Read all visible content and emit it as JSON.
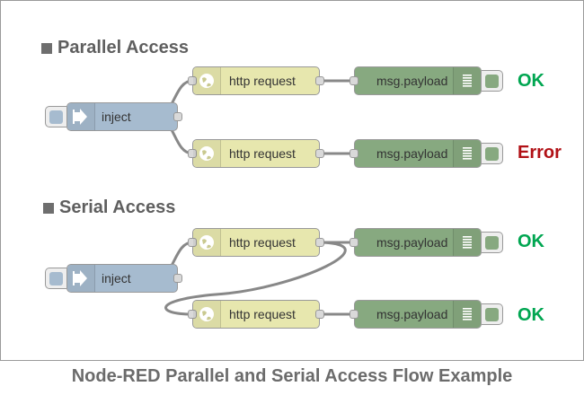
{
  "sections": {
    "parallel": {
      "title": "Parallel Access",
      "inject_label": "inject",
      "http_labels": [
        "http request",
        "http request"
      ],
      "debug_labels": [
        "msg.payload",
        "msg.payload"
      ],
      "results": [
        "OK",
        "Error"
      ]
    },
    "serial": {
      "title": "Serial Access",
      "inject_label": "inject",
      "http_labels": [
        "http request",
        "http request"
      ],
      "debug_labels": [
        "msg.payload",
        "msg.payload"
      ],
      "results": [
        "OK",
        "OK"
      ]
    }
  },
  "caption": "Node-RED Parallel and Serial Access Flow Example",
  "colors": {
    "inject": "#a6bbcf",
    "http": "#e7e7ae",
    "debug": "#87a980",
    "ok": "#00a651",
    "error": "#b11116",
    "wire": "#888888"
  },
  "icons": {
    "inject": "inject-arrow-icon",
    "http": "globe-icon",
    "debug": "debug-list-icon"
  }
}
